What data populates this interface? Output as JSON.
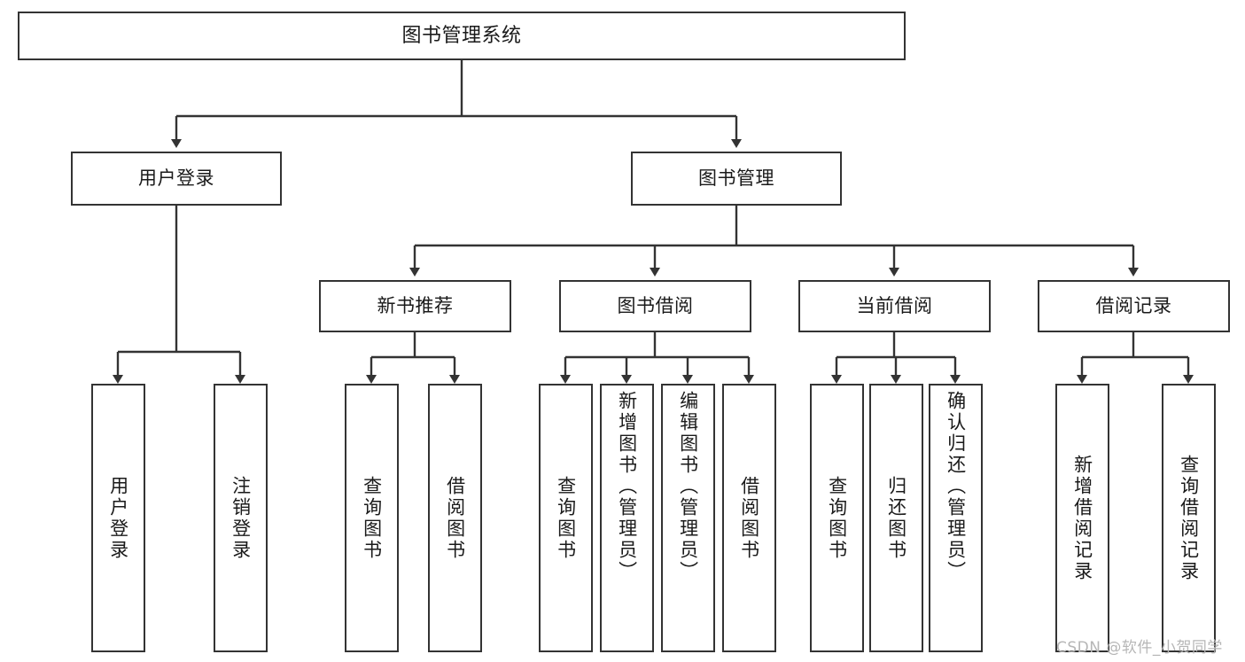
{
  "diagram": {
    "title": "图书管理系统",
    "type": "tree-hierarchy-chart",
    "background": "#ffffff",
    "box_border_color": "#333333",
    "edge_color": "#333333",
    "text_color": "#1a1a1a"
  },
  "nodes": {
    "root": {
      "label": "图书管理系统"
    },
    "level2": [
      {
        "id": "user-login",
        "label": "用户登录"
      },
      {
        "id": "book-management",
        "label": "图书管理"
      }
    ],
    "level3": [
      {
        "id": "new-book-recommend",
        "label": "新书推荐"
      },
      {
        "id": "book-borrow",
        "label": "图书借阅"
      },
      {
        "id": "current-borrow",
        "label": "当前借阅"
      },
      {
        "id": "borrow-record",
        "label": "借阅记录"
      }
    ],
    "leaves": {
      "user_login": [
        {
          "id": "leaf-user-login",
          "label": "用户登录"
        },
        {
          "id": "leaf-logout-login",
          "label": "注销登录"
        }
      ],
      "new_book_recommend": [
        {
          "id": "leaf-query-book-1",
          "label": "查询图书"
        },
        {
          "id": "leaf-borrow-book-1",
          "label": "借阅图书"
        }
      ],
      "book_borrow": [
        {
          "id": "leaf-query-book-2",
          "label": "查询图书"
        },
        {
          "id": "leaf-add-book-admin",
          "label": "新增图书（管理员）"
        },
        {
          "id": "leaf-edit-book-admin",
          "label": "编辑图书（管理员）"
        },
        {
          "id": "leaf-borrow-book-2",
          "label": "借阅图书"
        }
      ],
      "current_borrow": [
        {
          "id": "leaf-query-book-3",
          "label": "查询图书"
        },
        {
          "id": "leaf-return-book",
          "label": "归还图书"
        },
        {
          "id": "leaf-confirm-return-admin",
          "label": "确认归还（管理员）"
        }
      ],
      "borrow_record": [
        {
          "id": "leaf-add-borrow-record",
          "label": "新增借阅记录"
        },
        {
          "id": "leaf-query-borrow-record",
          "label": "查询借阅记录"
        }
      ]
    }
  },
  "watermark": {
    "text": "CSDN @软件_小贺同学"
  }
}
